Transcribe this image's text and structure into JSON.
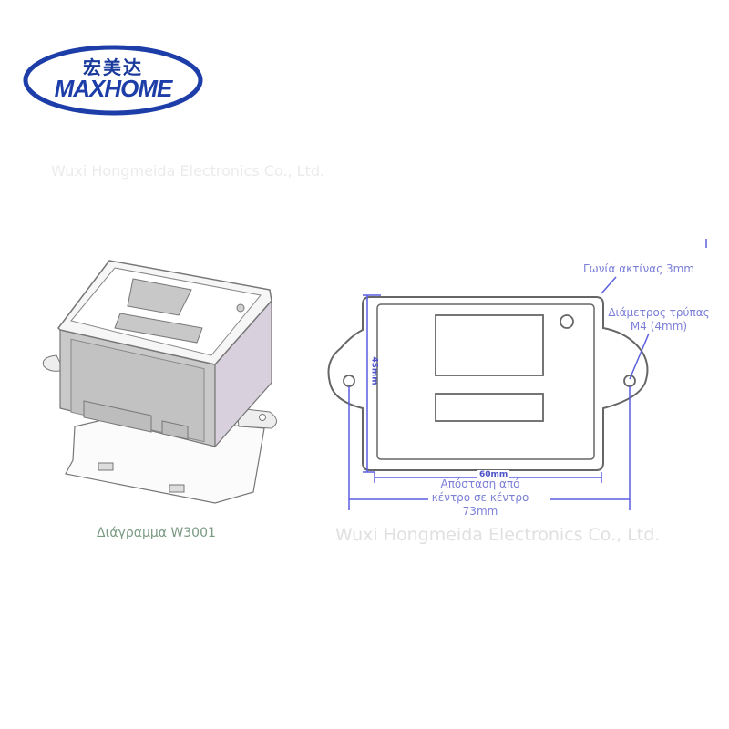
{
  "logo": {
    "chinese_text": "宏美达",
    "brand_text": "MAXHOME",
    "color": "#1d3da8"
  },
  "watermarks": [
    "Wuxi Hongmeida Electronics Co., Ltd.",
    "Wuxi Hongmeida Electronics Co., Ltd."
  ],
  "isometric_view": {
    "caption": "Διάγραμμα W3001"
  },
  "dimension_drawing": {
    "width_label": "60mm",
    "height_label": "45mm",
    "annotations": {
      "corner_radius": "Γωνία ακτίνας 3mm",
      "hole_diameter_line1": "Διάμετρος τρύπας",
      "hole_diameter_line2": "M4 (4mm)",
      "center_distance_line1": "Απόσταση από",
      "center_distance_line2": "κέντρο σε κέντρο",
      "center_distance_line3": "73mm"
    },
    "colors": {
      "dimension_line": "#5a5fe0",
      "outline": "#6b6b6b",
      "annotation_text": "#7b7fd6"
    }
  }
}
